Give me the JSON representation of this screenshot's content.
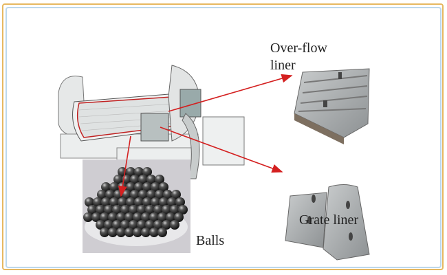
{
  "labels": {
    "overflow_line1": "Over-flow",
    "overflow_line2": "liner",
    "grate": "Grate liner",
    "balls": "Balls"
  },
  "colors": {
    "arrow": "#d42020",
    "frame": "#e6b860",
    "inner_frame": "#bcd8ec"
  }
}
